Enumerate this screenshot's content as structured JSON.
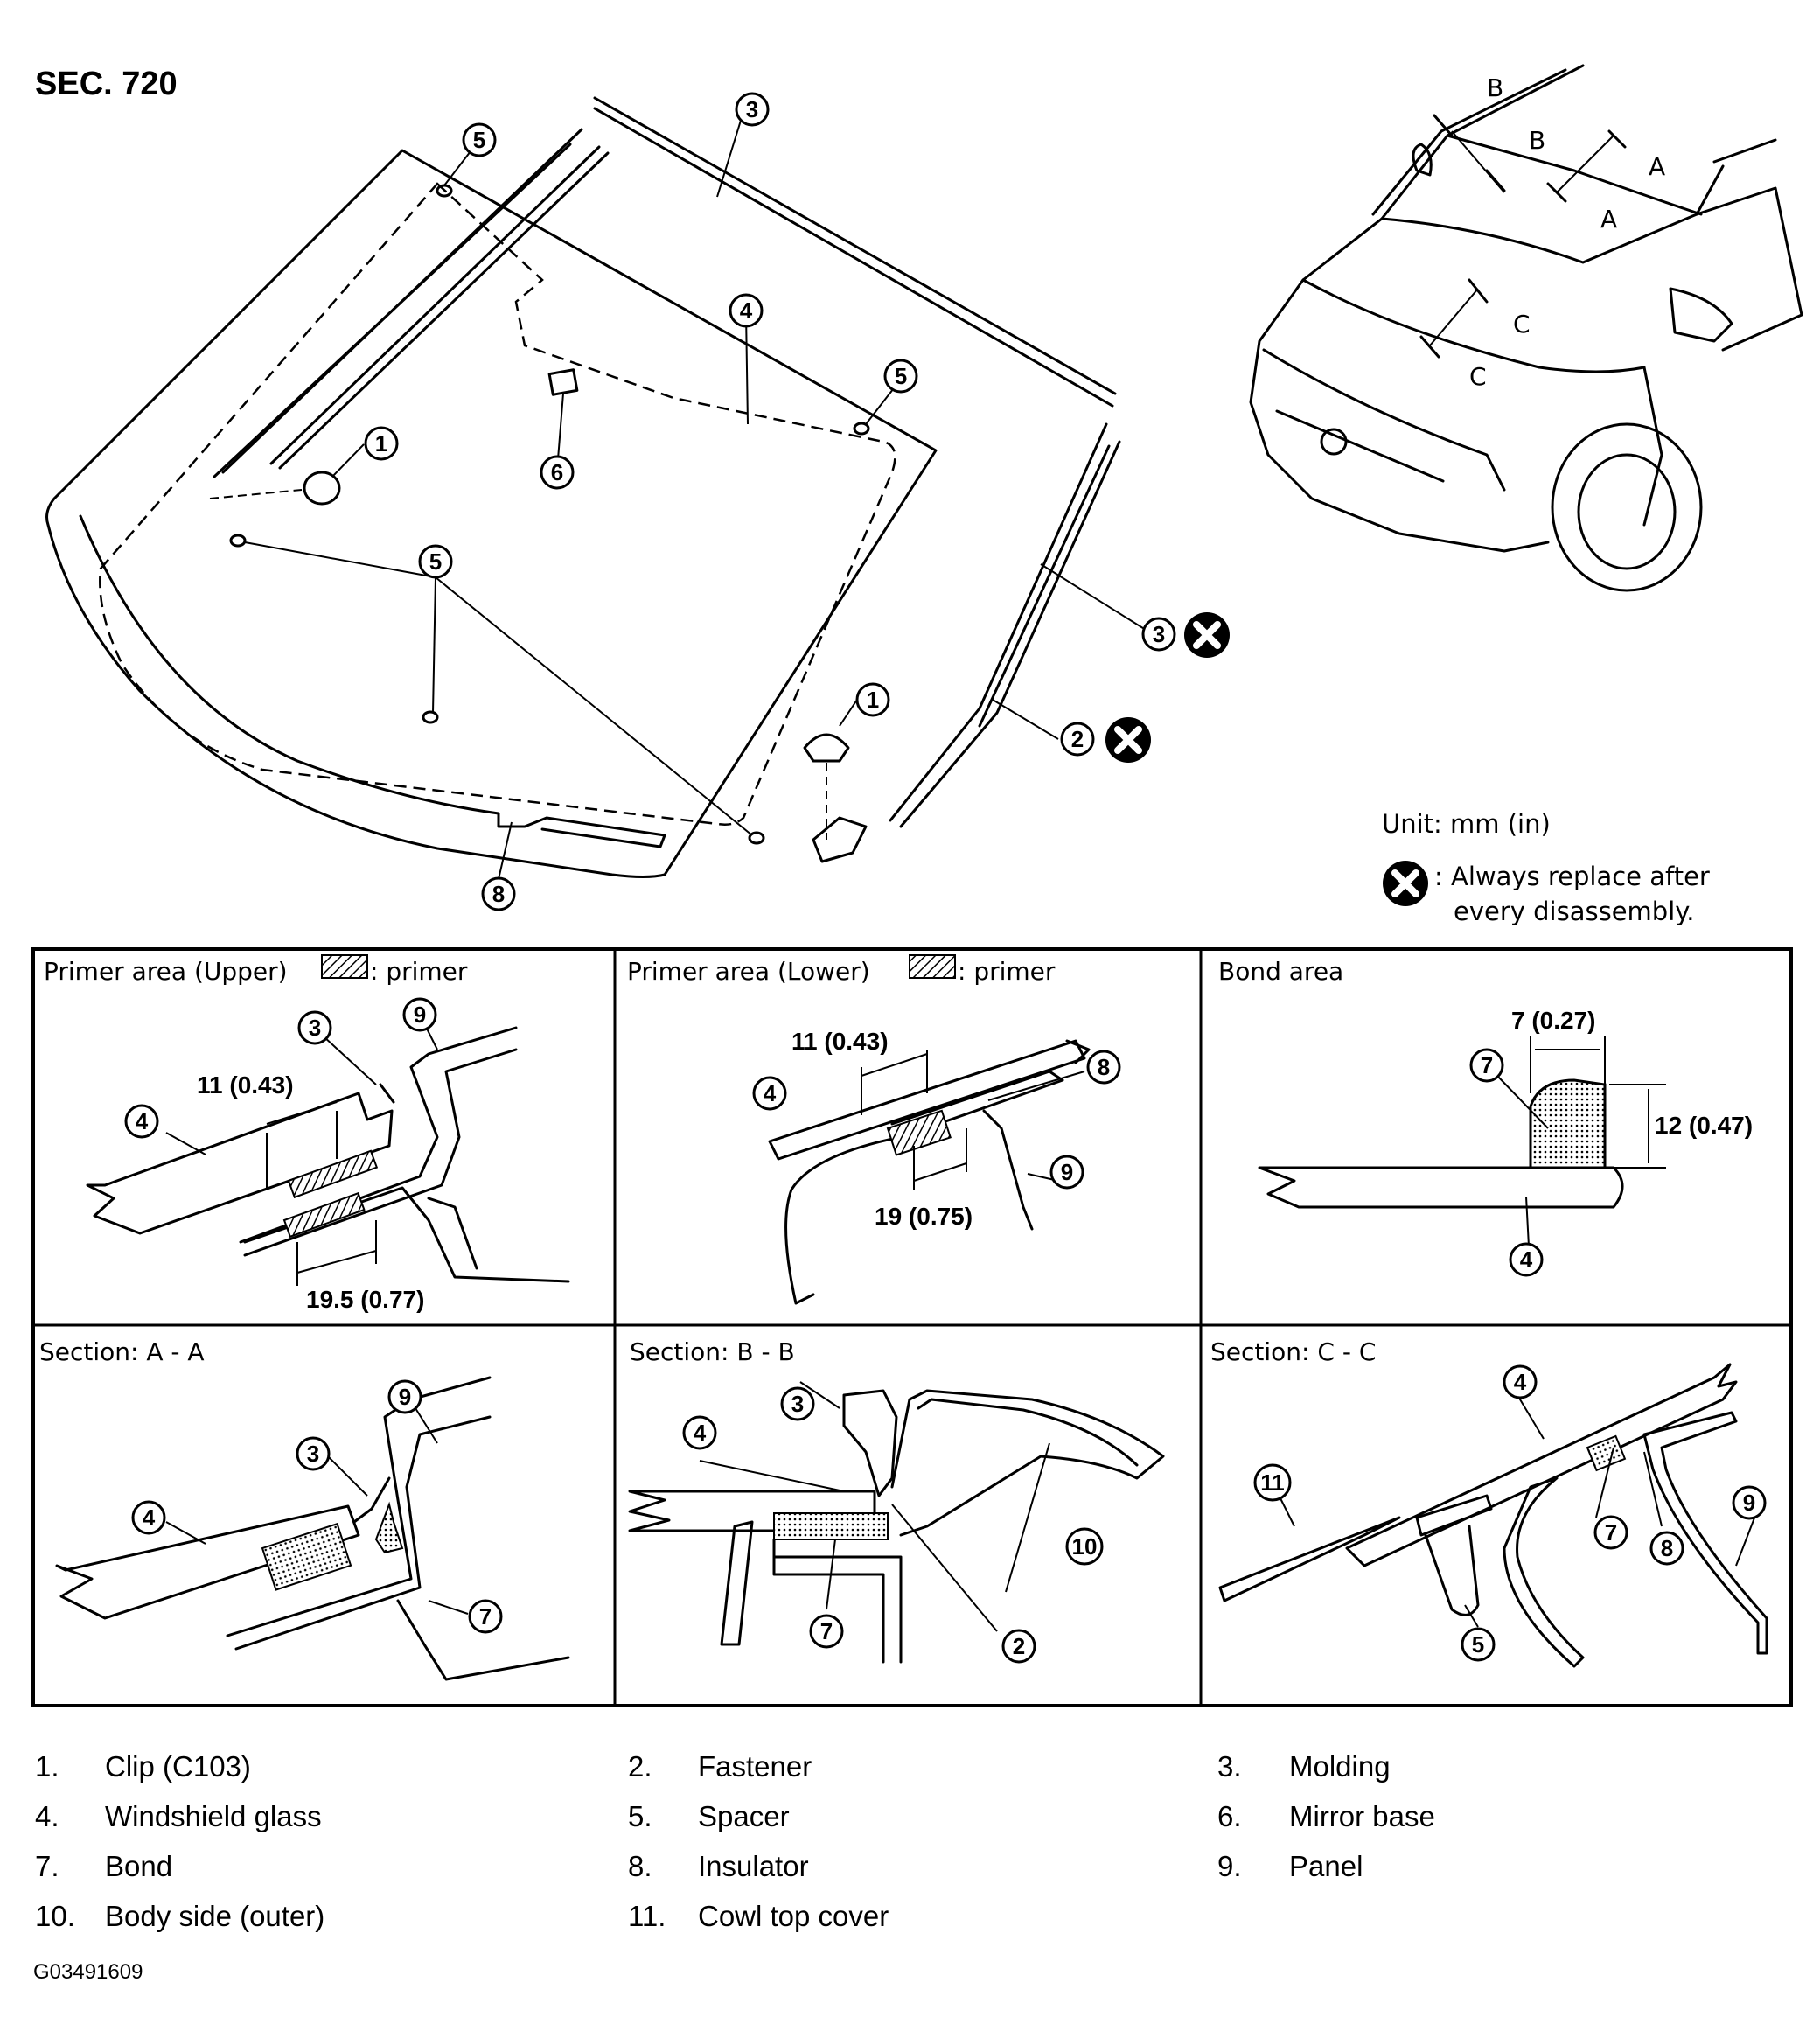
{
  "section_title": "SEC. 720",
  "unit_label": "Unit: mm (in)",
  "replace_note_line1": ": Always replace after",
  "replace_note_line2": "every disassembly.",
  "section_markers": [
    "A",
    "B",
    "C"
  ],
  "callouts": [
    "1",
    "2",
    "3",
    "4",
    "5",
    "6",
    "7",
    "8",
    "9",
    "10",
    "11"
  ],
  "panels": {
    "primer_upper": {
      "title": "Primer area (Upper)",
      "suffix": ": primer",
      "dim1": "11 (0.43)",
      "dim2": "19.5 (0.77)"
    },
    "primer_lower": {
      "title": "Primer area (Lower)",
      "suffix": ": primer",
      "dim1": "11 (0.43)",
      "dim2": "19 (0.75)"
    },
    "bond_area": {
      "title": "Bond area",
      "dim_width": "7 (0.27)",
      "dim_height": "12 (0.47)"
    },
    "section_a": {
      "title": "Section: A - A"
    },
    "section_b": {
      "title": "Section: B - B"
    },
    "section_c": {
      "title": "Section: C - C"
    }
  },
  "legend": [
    {
      "num": "1.",
      "desc": "Clip (C103)"
    },
    {
      "num": "2.",
      "desc": "Fastener"
    },
    {
      "num": "3.",
      "desc": "Molding"
    },
    {
      "num": "4.",
      "desc": "Windshield glass"
    },
    {
      "num": "5.",
      "desc": "Spacer"
    },
    {
      "num": "6.",
      "desc": "Mirror base"
    },
    {
      "num": "7.",
      "desc": "Bond"
    },
    {
      "num": "8.",
      "desc": "Insulator"
    },
    {
      "num": "9.",
      "desc": "Panel"
    },
    {
      "num": "10.",
      "desc": "Body side (outer)"
    },
    {
      "num": "11.",
      "desc": "Cowl top cover"
    }
  ],
  "figure_code": "G03491609"
}
